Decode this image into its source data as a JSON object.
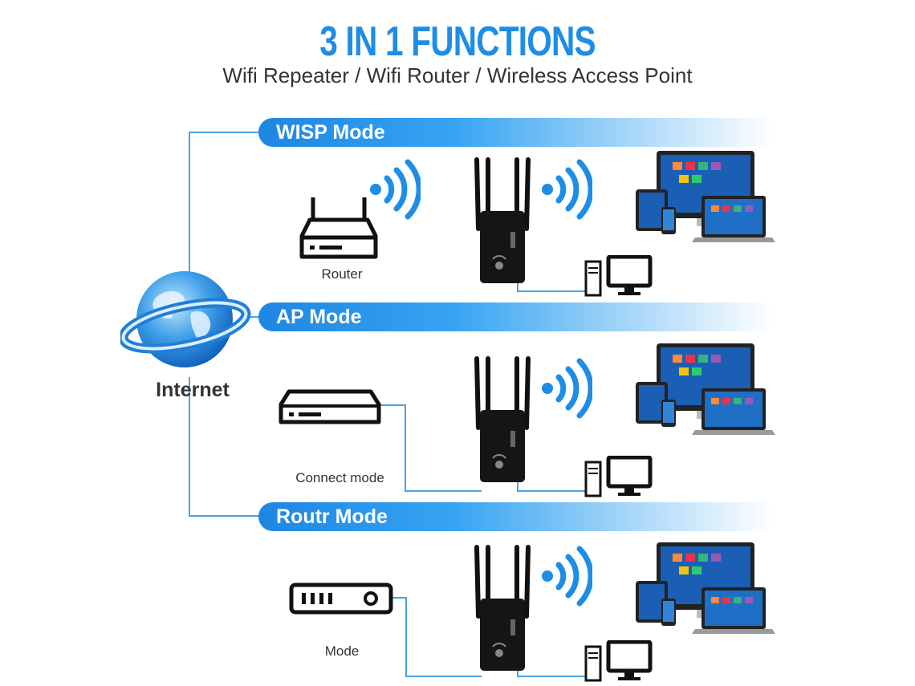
{
  "header": {
    "title": "3 IN 1 FUNCTIONS",
    "subtitle": "Wifi Repeater / Wifi Router / Wireless Access Point"
  },
  "globe": {
    "label": "Internet"
  },
  "modes": [
    {
      "banner": "WISP Mode",
      "source_label": "Router"
    },
    {
      "banner": "AP Mode",
      "source_label": "Connect mode"
    },
    {
      "banner": "Routr Mode",
      "source_label": "Mode"
    }
  ],
  "colors": {
    "accent": "#1e8de6",
    "banner": "#1e86e2",
    "line": "#4aa3e0",
    "device": "#111111"
  }
}
